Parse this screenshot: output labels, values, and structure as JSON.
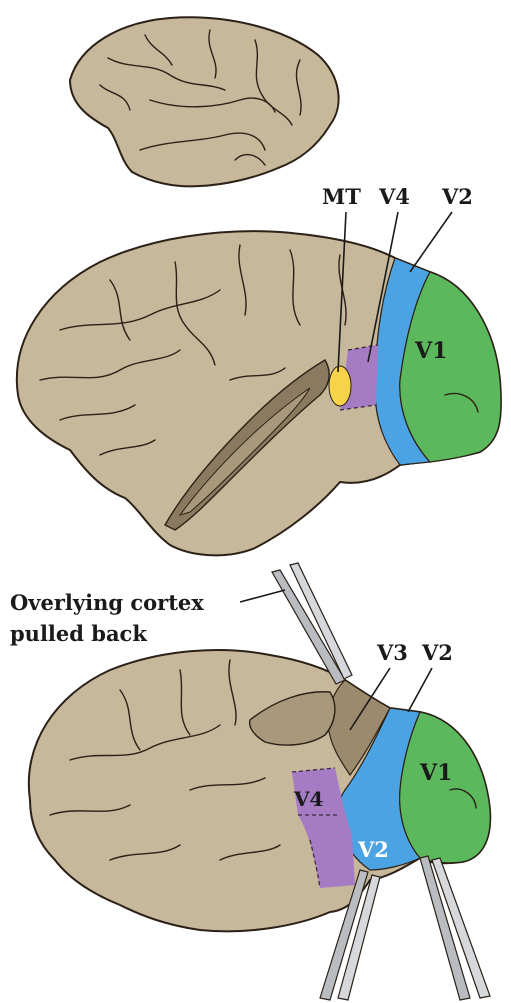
{
  "colors": {
    "cortex": "#c7b79b",
    "cortex_shade": "#a9987c",
    "sulcus_dark": "#8c7a60",
    "v1": "#5cb85c",
    "v2": "#4ba3e3",
    "v3": "#9c8a6e",
    "v4": "#a57cc4",
    "mt": "#f7d34a",
    "forceps": "#b9bcc0"
  },
  "icons": {
    "forceps": "forceps-icon"
  },
  "panel_top": {
    "name": "small-brain"
  },
  "panel_middle": {
    "labels": {
      "mt": "MT",
      "v4": "V4",
      "v2": "V2",
      "v1": "V1"
    }
  },
  "panel_bottom": {
    "callout_line1": "Overlying cortex",
    "callout_line2": "pulled back",
    "labels": {
      "v3": "V3",
      "v2_top": "V2",
      "v1": "V1",
      "v4": "V4",
      "v2_bottom": "V2"
    }
  }
}
